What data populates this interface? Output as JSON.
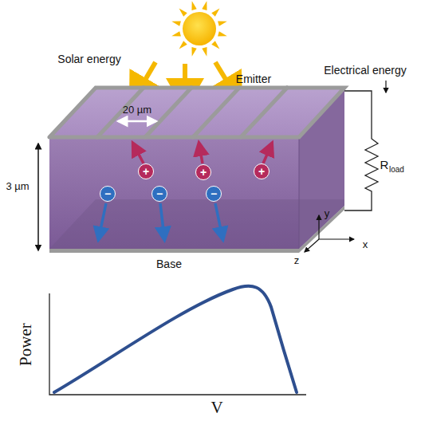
{
  "diagram": {
    "nodes": [
      {
        "text": [
          "+"
        ]
      },
      {
        "text": [
          "+"
        ]
      },
      {
        "text": [
          "+"
        ]
      },
      {
        "text": [
          "−"
        ]
      },
      {
        "text": [
          "−"
        ]
      },
      {
        "text": [
          "−"
        ]
      }
    ],
    "labels": [
      "Solar energy",
      "Emitter",
      "20 µm",
      "3 µm",
      "Electrical energy",
      "R",
      "load",
      "Base",
      "y",
      "x",
      "z",
      "Power",
      "V"
    ]
  }
}
